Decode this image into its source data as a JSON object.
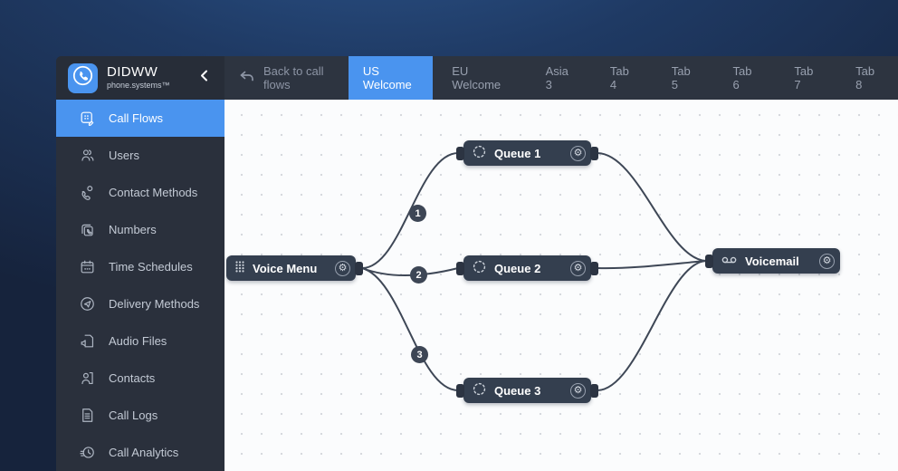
{
  "brand": {
    "name": "DIDWW",
    "product": "phone.systems™"
  },
  "sidebar": {
    "items": [
      {
        "label": "Call Flows",
        "icon": "call-flows-icon",
        "active": true
      },
      {
        "label": "Users",
        "icon": "users-icon",
        "active": false
      },
      {
        "label": "Contact Methods",
        "icon": "contact-methods-icon",
        "active": false
      },
      {
        "label": "Numbers",
        "icon": "numbers-icon",
        "active": false
      },
      {
        "label": "Time Schedules",
        "icon": "time-schedules-icon",
        "active": false
      },
      {
        "label": "Delivery Methods",
        "icon": "delivery-methods-icon",
        "active": false
      },
      {
        "label": "Audio Files",
        "icon": "audio-files-icon",
        "active": false
      },
      {
        "label": "Contacts",
        "icon": "contacts-icon",
        "active": false
      },
      {
        "label": "Call Logs",
        "icon": "call-logs-icon",
        "active": false
      },
      {
        "label": "Call Analytics",
        "icon": "call-analytics-icon",
        "active": false
      }
    ]
  },
  "tabbar": {
    "back_label": "Back to call flows",
    "tabs": [
      {
        "label": "US Welcome",
        "active": true
      },
      {
        "label": "EU Welcome",
        "active": false
      },
      {
        "label": "Asia 3",
        "active": false
      },
      {
        "label": "Tab 4",
        "active": false
      },
      {
        "label": "Tab 5",
        "active": false
      },
      {
        "label": "Tab 6",
        "active": false
      },
      {
        "label": "Tab 7",
        "active": false
      },
      {
        "label": "Tab 8",
        "active": false
      }
    ]
  },
  "canvas": {
    "nodes": [
      {
        "id": "voice-menu",
        "label": "Voice Menu",
        "icon": "dialpad-icon"
      },
      {
        "id": "queue-1",
        "label": "Queue 1",
        "icon": "queue-icon"
      },
      {
        "id": "queue-2",
        "label": "Queue 2",
        "icon": "queue-icon"
      },
      {
        "id": "queue-3",
        "label": "Queue 3",
        "icon": "queue-icon"
      },
      {
        "id": "voicemail",
        "label": "Voicemail",
        "icon": "voicemail-icon"
      }
    ],
    "edge_badges": [
      "1",
      "2",
      "3"
    ],
    "gear_glyph": "⚙"
  },
  "colors": {
    "accent_blue": "#4a94ef",
    "sidebar_bg": "#2a303c",
    "tabbar_bg": "#2d3440",
    "node_bg": "#343f4f",
    "edge": "#3e4756",
    "canvas_bg": "#fbfcfd",
    "outer_gradient_start": "#2f5c97",
    "outer_gradient_end": "#16233c"
  }
}
